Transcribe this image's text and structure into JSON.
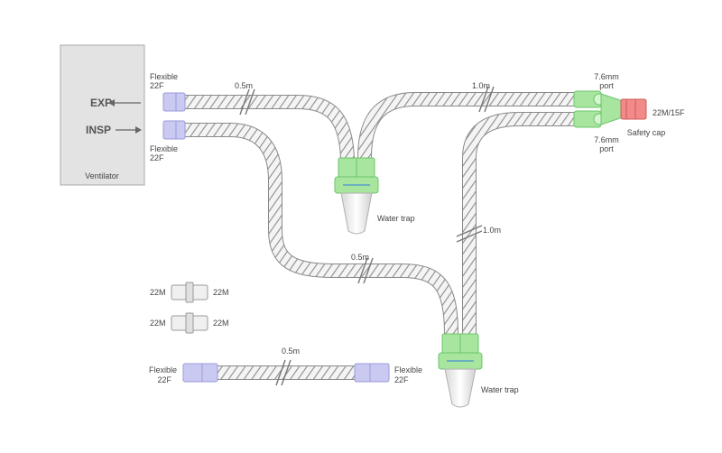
{
  "ventilator": {
    "label": "Ventilator",
    "exp": "EXP",
    "insp": "INSP"
  },
  "labels": {
    "flex_top_1": "Flexible",
    "flex_top_2": "22F",
    "flex_bot_1": "Flexible",
    "flex_bot_2": "22F",
    "len_exp_top": "0.5m",
    "len_top_right": "1.0m",
    "len_right_vertical": "1.0m",
    "len_insp_middle": "0.5m",
    "len_spare": "0.5m",
    "port_top_1": "7.6mm",
    "port_top_2": "port",
    "port_bot_1": "7.6mm",
    "port_bot_2": "port",
    "cap_size": "22M/15F",
    "safety_cap": "Safety cap",
    "water_trap_1": "Water trap",
    "water_trap_2": "Water trap",
    "conn_a_left": "22M",
    "conn_a_right": "22M",
    "conn_b_left": "22M",
    "conn_b_right": "22M",
    "spare_left_1": "Flexible",
    "spare_left_2": "22F",
    "spare_right_1": "Flexible",
    "spare_right_2": "22F"
  },
  "colors": {
    "tube": "#9a9a9a",
    "tube_fill": "#f2f2f2",
    "cuff": "#c8c8f0",
    "green": "#a8e6a0",
    "green_dark": "#6cc46a",
    "cap": "#f08080",
    "box": "#e3e3e3"
  }
}
